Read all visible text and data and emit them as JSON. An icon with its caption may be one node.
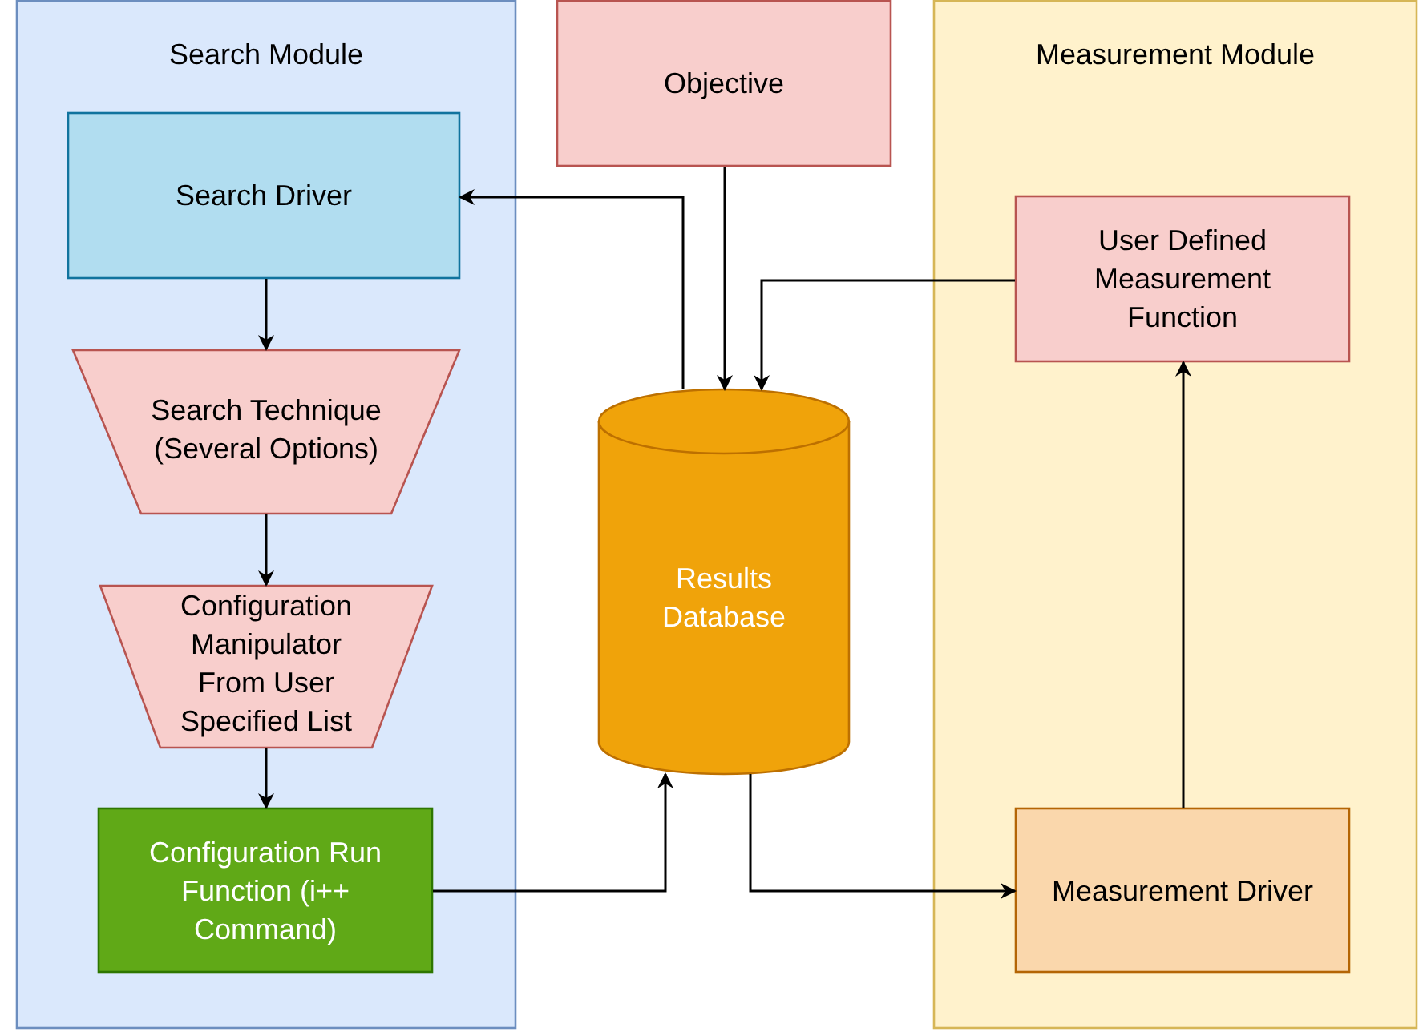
{
  "diagram": {
    "nodes": [
      {
        "text": [
          "Search Module"
        ]
      },
      {
        "text": [
          "Search Driver"
        ],
        "in": 0
      },
      {
        "text": [
          "Search Technique (Several Options)"
        ],
        "in": 0
      },
      {
        "text": [
          "Configuration Manipulator From User Specified List"
        ],
        "in": 0
      },
      {
        "text": [
          "Configuration Run Function (i++ Command)"
        ],
        "in": 0
      },
      {
        "text": [
          "Objective"
        ]
      },
      {
        "text": [
          "Results Database"
        ]
      },
      {
        "text": [
          "Measurement Module"
        ]
      },
      {
        "text": [
          "User Defined Measurement Function"
        ],
        "in": 7
      },
      {
        "text": [
          "Measurement Driver"
        ],
        "in": 7
      }
    ],
    "edges": [
      {
        "from": 1,
        "to": 2,
        "arrow": "to"
      },
      {
        "from": 2,
        "to": 3,
        "arrow": "to"
      },
      {
        "from": 3,
        "to": 4,
        "arrow": "to"
      },
      {
        "from": 6,
        "to": 1,
        "arrow": "to"
      },
      {
        "from": 5,
        "to": 6,
        "arrow": "to"
      },
      {
        "from": 8,
        "to": 6,
        "arrow": "to"
      },
      {
        "from": 4,
        "to": 6,
        "arrow": "to"
      },
      {
        "from": 6,
        "to": 9,
        "arrow": "to"
      },
      {
        "from": 9,
        "to": 8,
        "arrow": "to"
      }
    ]
  }
}
